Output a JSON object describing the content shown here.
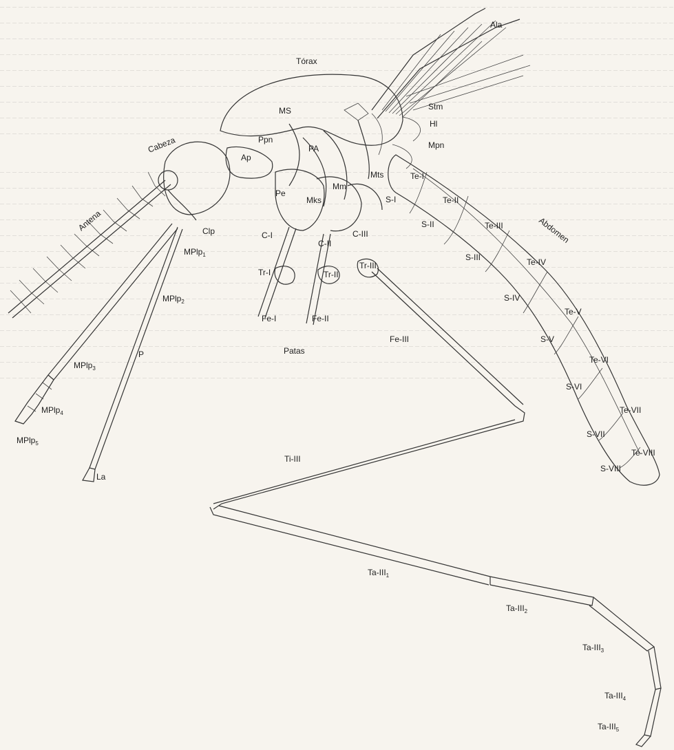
{
  "figure": {
    "labels": {
      "ala": "Ala",
      "torax": "Tórax",
      "cabeza": "Cabeza",
      "ms": "MS",
      "ppn": "Ppn",
      "pa": "PA",
      "ap": "Ap",
      "stm": "Stm",
      "hl": "Hl",
      "mpn": "Mpn",
      "mts": "Mts",
      "mm": "Mm",
      "pe": "Pe",
      "mks": "Mks",
      "clp": "Clp",
      "antena": "Antena",
      "mplp1": "MPlp",
      "mplp1_sub": "1",
      "mplp2": "MPlp",
      "mplp2_sub": "2",
      "mplp3": "MPlp",
      "mplp3_sub": "3",
      "mplp4": "MPlp",
      "mplp4_sub": "4",
      "mplp5": "MPlp",
      "mplp5_sub": "5",
      "p": "P",
      "la": "La",
      "c1": "C-I",
      "c2": "C-II",
      "c3": "C-III",
      "tr1": "Tr-I",
      "tr2": "Tr-II",
      "tr3": "Tr-III",
      "fe1": "Fe-I",
      "fe2": "Fe-II",
      "fe3": "Fe-III",
      "patas": "Patas",
      "te1": "Te-I",
      "te2": "Te-II",
      "te3": "Te-III",
      "te4": "Te-IV",
      "te5": "Te-V",
      "te6": "Te-VI",
      "te7": "Te-VII",
      "te8": "Te-VIII",
      "s1": "S-I",
      "s2": "S-II",
      "s3": "S-III",
      "s4": "S-IV",
      "s5": "S-V",
      "s6": "S-VI",
      "s7": "S-VII",
      "s8": "S-VIII",
      "abdomen": "Abdomen",
      "ti3": "Ti-III",
      "ta1": "Ta-III",
      "ta1_sub": "1",
      "ta2": "Ta-III",
      "ta2_sub": "2",
      "ta3": "Ta-III",
      "ta3_sub": "3",
      "ta4": "Ta-III",
      "ta4_sub": "4",
      "ta5": "Ta-III",
      "ta5_sub": "5"
    }
  }
}
